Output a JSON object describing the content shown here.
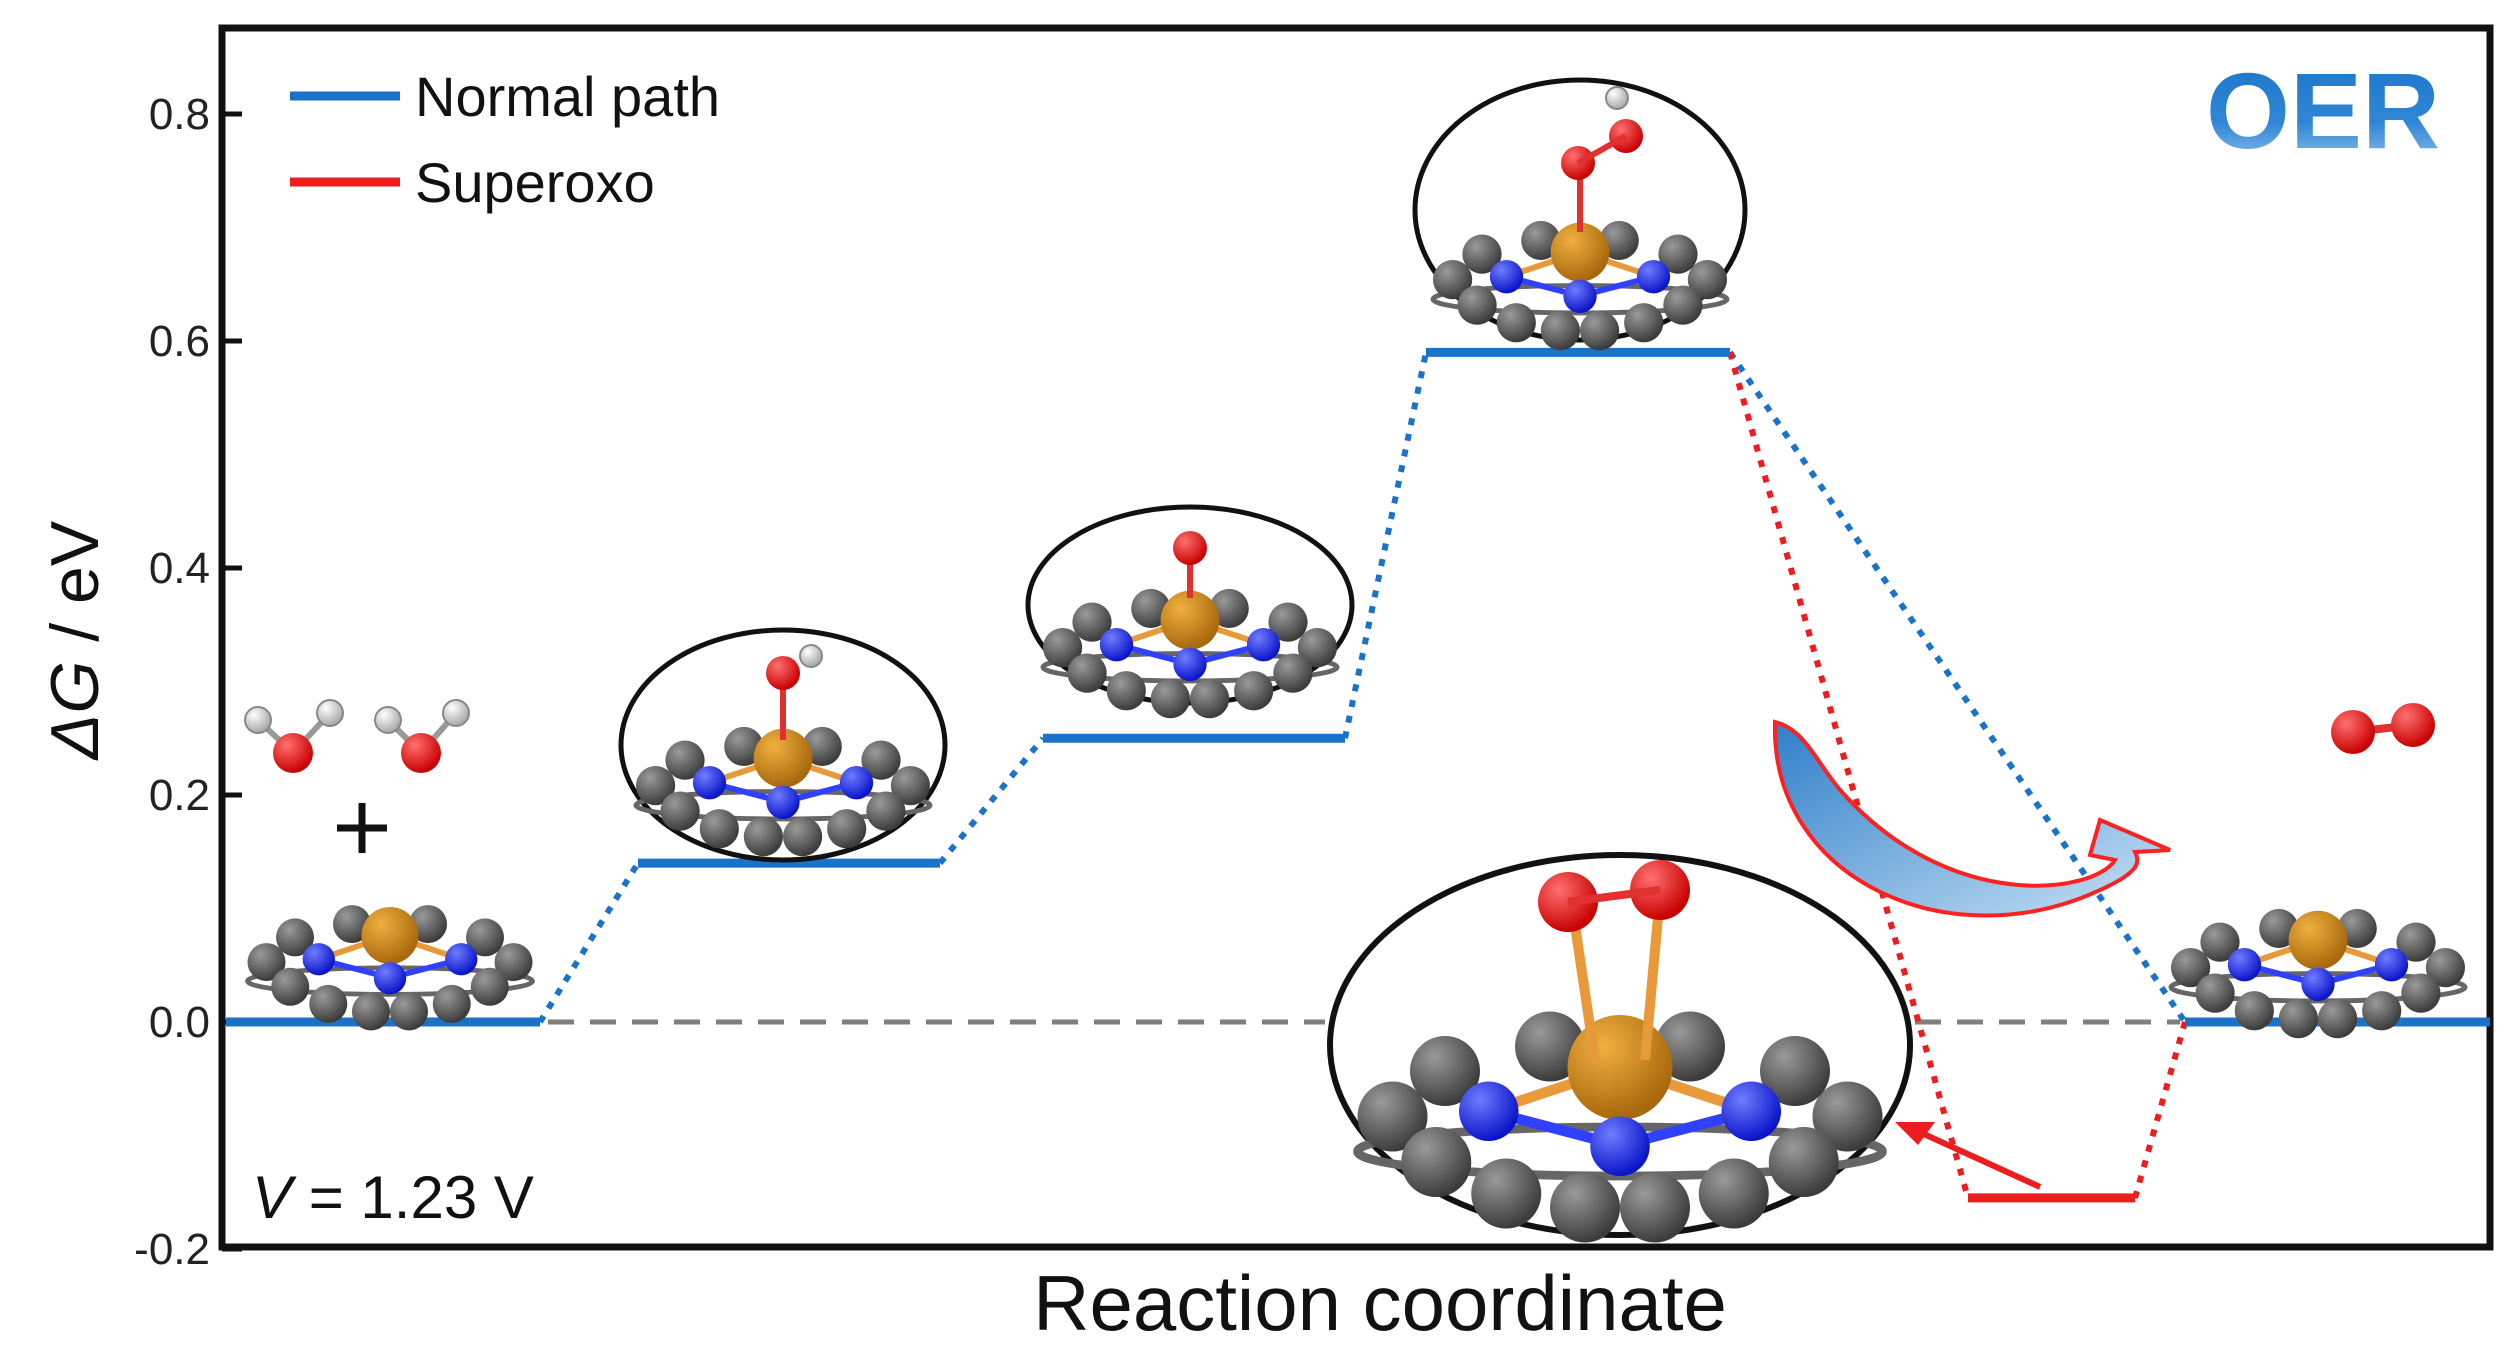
{
  "chart_data": {
    "type": "line",
    "title": "",
    "panel_label": "OER",
    "xlabel": "Reaction coordinate",
    "ylabel_symbol": "ΔG",
    "ylabel_unit": " / eV",
    "ylim": [
      -0.2,
      0.87
    ],
    "yticks": [
      -0.2,
      0.0,
      0.2,
      0.4,
      0.6,
      0.8
    ],
    "ytick_labels": [
      "-0.2",
      "0.0",
      "0.2",
      "0.4",
      "0.6",
      "0.8"
    ],
    "grid": false,
    "legend_position": "top-left",
    "annotation": {
      "symbol": "V",
      "text": " = 1.23 V"
    },
    "reference_line": {
      "y": 0.0,
      "style": "dashed",
      "color": "#7f7f7f"
    },
    "x": [
      0,
      1,
      2,
      3,
      4
    ],
    "series": [
      {
        "name": "Normal path",
        "color": "#1a73c8",
        "values": [
          0.0,
          0.14,
          0.25,
          0.59,
          0.0
        ]
      },
      {
        "name": "Superoxo",
        "color": "#ee1c1c",
        "values": [
          null,
          null,
          null,
          0.59,
          -0.155
        ]
      }
    ],
    "state_images": [
      "H2O + H2O + catalyst",
      "*OH",
      "*O",
      "*OOH",
      "*O2 (superoxo)",
      "O2 + catalyst"
    ]
  }
}
